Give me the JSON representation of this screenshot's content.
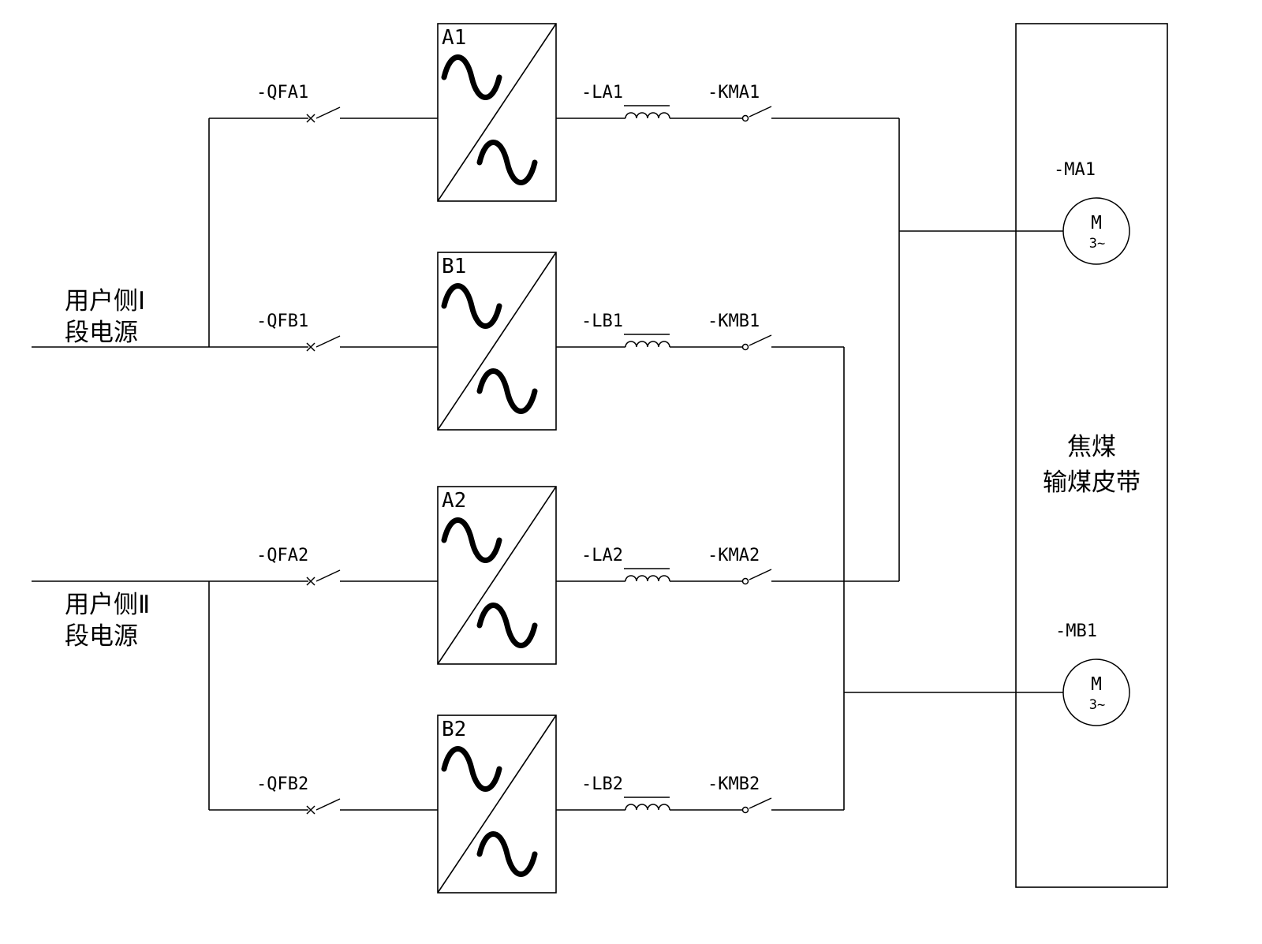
{
  "diagram": {
    "sources": [
      {
        "line1": "用户侧Ⅰ",
        "line2": "段电源"
      },
      {
        "line1": "用户侧Ⅱ",
        "line2": "段电源"
      }
    ],
    "branches": [
      {
        "breaker": "-QFA1",
        "converter": "A1",
        "inductor": "-LA1",
        "contactor": "-KMA1"
      },
      {
        "breaker": "-QFB1",
        "converter": "B1",
        "inductor": "-LB1",
        "contactor": "-KMB1"
      },
      {
        "breaker": "-QFA2",
        "converter": "A2",
        "inductor": "-LA2",
        "contactor": "-KMA2"
      },
      {
        "breaker": "-QFB2",
        "converter": "B2",
        "inductor": "-LB2",
        "contactor": "-KMB2"
      }
    ],
    "motors": [
      {
        "label": "-MA1",
        "letter": "M",
        "phase": "3~"
      },
      {
        "label": "-MB1",
        "letter": "M",
        "phase": "3~"
      }
    ],
    "load": {
      "line1": "焦煤",
      "line2": "输煤皮带"
    }
  }
}
